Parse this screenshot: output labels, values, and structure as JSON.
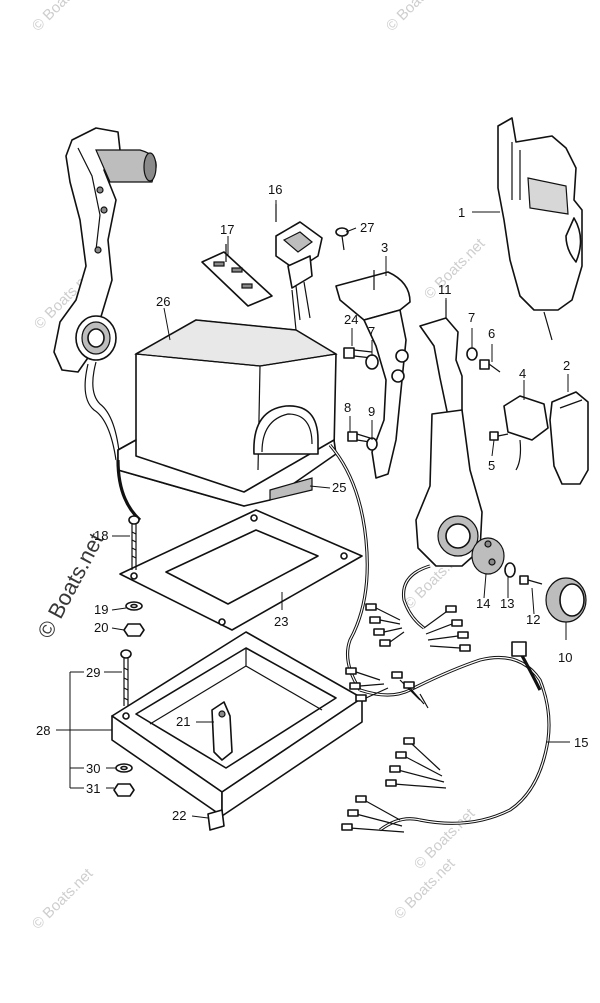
{
  "diagram": {
    "callouts": [
      "1",
      "2",
      "3",
      "4",
      "5",
      "6",
      "7",
      "7",
      "8",
      "9",
      "10",
      "11",
      "12",
      "13",
      "14",
      "15",
      "16",
      "17",
      "18",
      "19",
      "20",
      "21",
      "22",
      "23",
      "24",
      "25",
      "26",
      "27",
      "28",
      "29",
      "30",
      "31"
    ],
    "watermark": "© Boats.net"
  }
}
